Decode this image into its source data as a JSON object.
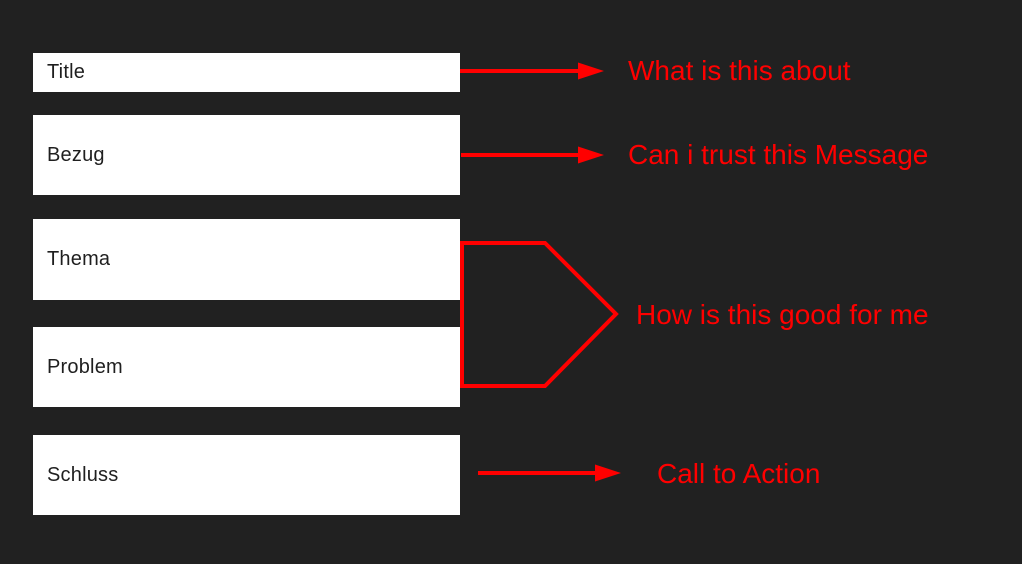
{
  "diagram": {
    "boxes": [
      {
        "id": "title",
        "label": "Title"
      },
      {
        "id": "bezug",
        "label": "Bezug"
      },
      {
        "id": "thema",
        "label": "Thema"
      },
      {
        "id": "problem",
        "label": "Problem"
      },
      {
        "id": "schluss",
        "label": "Schluss"
      }
    ],
    "annotations": [
      {
        "id": "what",
        "text": "What is this about",
        "connector": "arrow",
        "points_from": "Title"
      },
      {
        "id": "trust",
        "text": "Can i trust this Message",
        "connector": "arrow",
        "points_from": "Bezug"
      },
      {
        "id": "how",
        "text": "How is this good for me",
        "connector": "chevron-outline",
        "points_from": "Thema + Problem"
      },
      {
        "id": "cta",
        "text": "Call to Action",
        "connector": "arrow",
        "points_from": "Schluss"
      }
    ],
    "colors": {
      "background": "#212121",
      "box_fill": "#ffffff",
      "box_text": "#1f1f1f",
      "accent": "#ff0000"
    }
  }
}
